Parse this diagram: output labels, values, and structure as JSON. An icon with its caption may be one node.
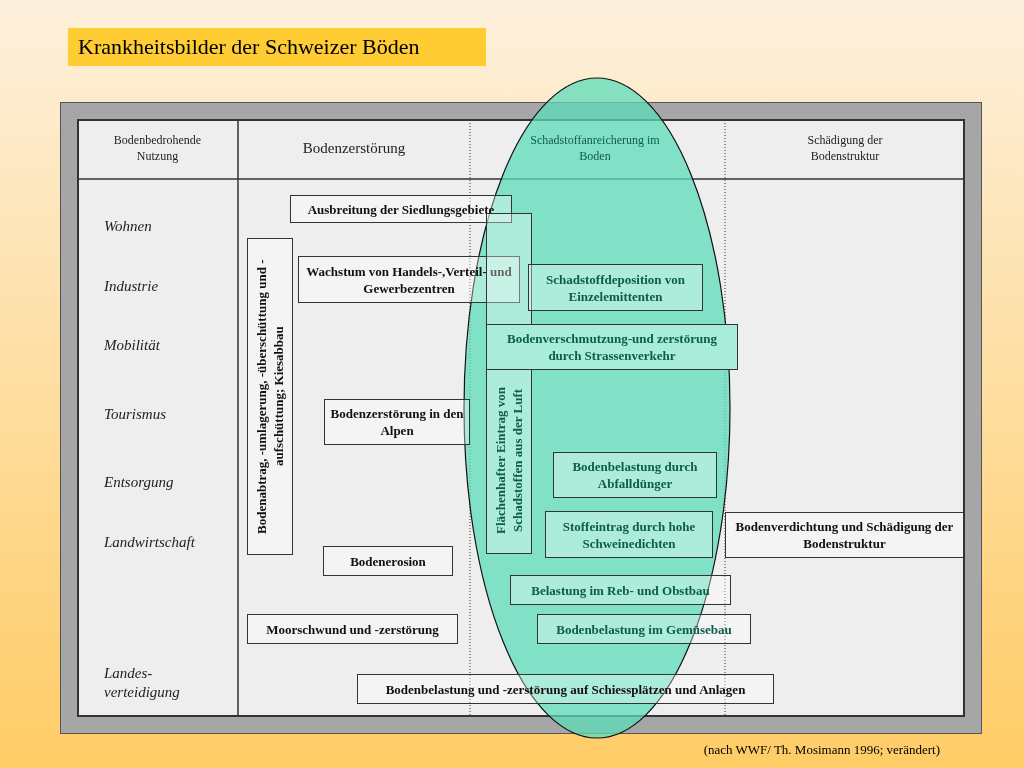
{
  "diagram": {
    "title": "Krankheitsbilder der Schweizer Böden",
    "caption": "(nach WWF/ Th. Mosimann 1996; verändert)",
    "nodes": [
      {
        "text": [
          "Ausbreitung der Siedlungsgebiete"
        ]
      },
      {
        "text": [
          "Bodenabtrag, -umlagerung, -überschüttung und -aufschüttung; Kiesabbau"
        ]
      },
      {
        "text": [
          "Wachstum von Handels-,Verteil- und Gewerbezentren"
        ]
      },
      {
        "text": [
          "Flächenhafter Eintrag von Schadstoffen aus der Luft"
        ]
      },
      {
        "text": [
          "Schadstoffdeposition von Einzelemittenten"
        ]
      },
      {
        "text": [
          "Bodenverschmutzung-und zerstörung durch Strassenverkehr"
        ]
      },
      {
        "text": [
          "Bodenzerstörung in den Alpen"
        ]
      },
      {
        "text": [
          "Bodenbelastung durch Abfalldünger"
        ]
      },
      {
        "text": [
          "Stoffeintrag durch hohe Schweinedichten"
        ]
      },
      {
        "text": [
          "Bodenverdichtung und Schädigung der Bodenstruktur"
        ]
      },
      {
        "text": [
          "Bodenerosion"
        ]
      },
      {
        "text": [
          "Belastung im Reb- und Obstbau"
        ]
      },
      {
        "text": [
          "Moorschwund und -zerstörung"
        ]
      },
      {
        "text": [
          "Bodenbelastung im Gemüsebau"
        ]
      },
      {
        "text": [
          "Bodenbelastung und -zerstörung auf Schiessplätzen und Anlagen"
        ]
      }
    ],
    "edges": [],
    "labels": [
      "Bodenbedrohende Nutzung",
      "Bodenzerstörung",
      "Schadstoffanreicherung im Boden",
      "Schädigung der Bodenstruktur",
      "Wohnen",
      "Industrie",
      "Mobilität",
      "Tourismus",
      "Entsorgung",
      "Landwirtschaft",
      "Landes- verteidigung"
    ]
  }
}
